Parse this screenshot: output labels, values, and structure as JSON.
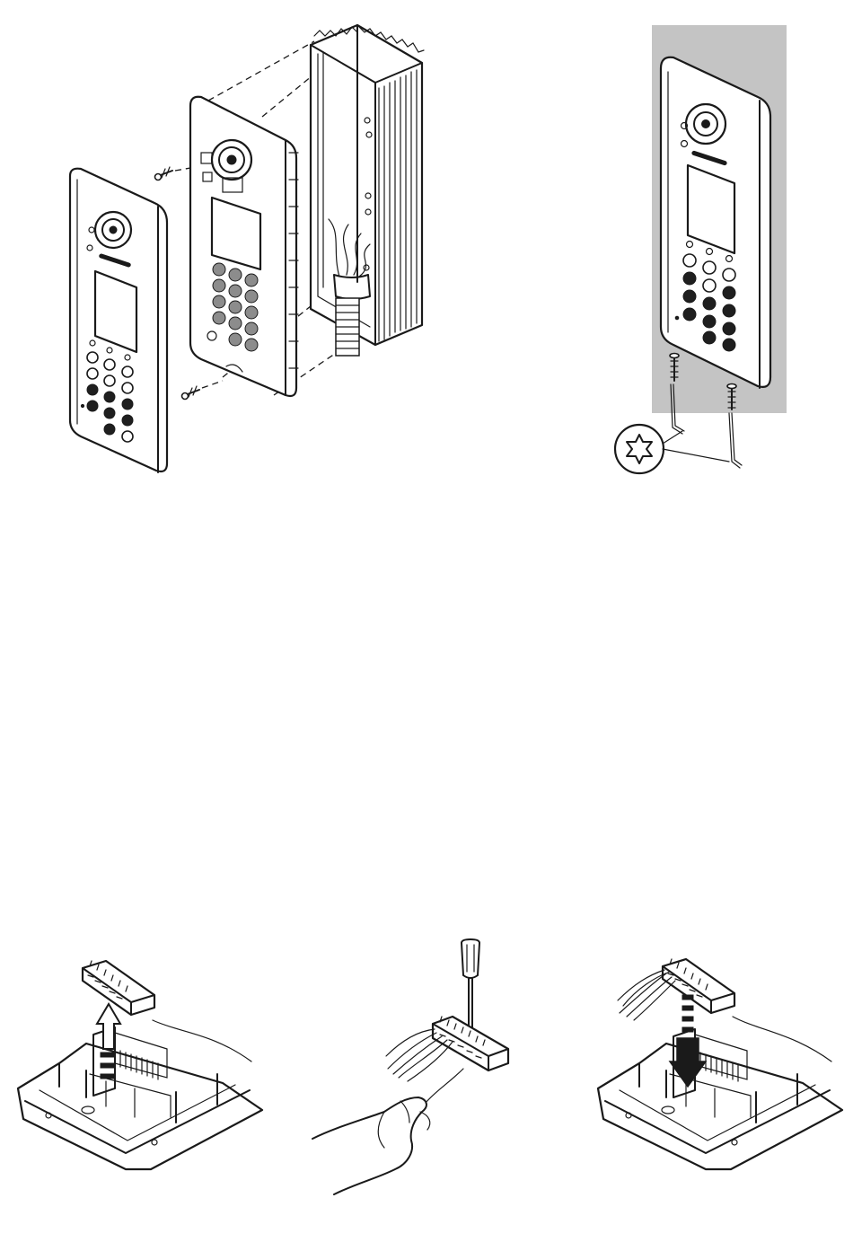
{
  "figure": {
    "panels": [
      {
        "id": "exploded-assembly",
        "icon": "exploded-view-icon"
      },
      {
        "id": "mounted-unit",
        "icon": "wall-mounted-panel-icon"
      },
      {
        "id": "remove-connector",
        "icon": "connector-removal-icon"
      },
      {
        "id": "wire-terminal",
        "icon": "screwdriver-wiring-icon"
      },
      {
        "id": "insert-connector",
        "icon": "connector-insertion-icon"
      }
    ],
    "colors": {
      "line": "#1a1a1a",
      "wall": "#c4c4c4",
      "background": "#ffffff",
      "hatch": "#8c8c8c"
    }
  }
}
